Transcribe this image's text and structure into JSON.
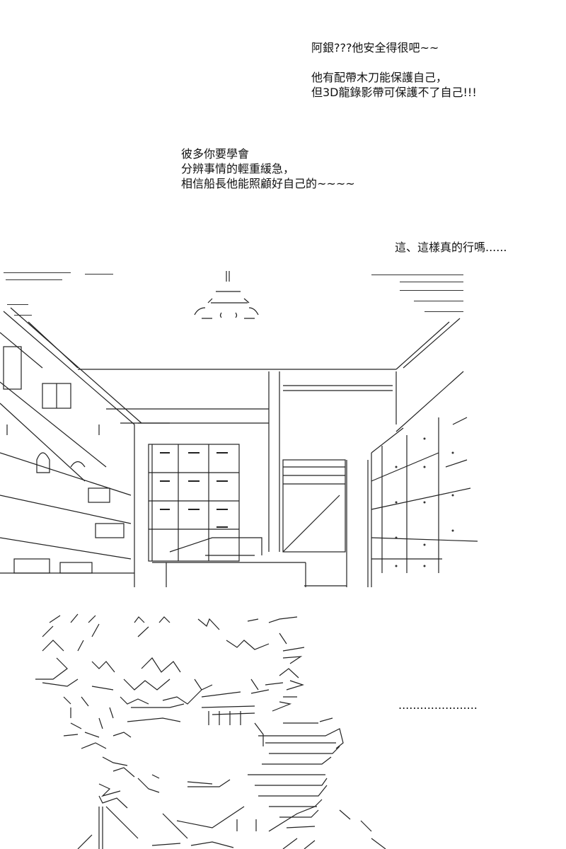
{
  "dialogue": {
    "block1": {
      "line1": "阿銀???他安全得很吧~~",
      "line2": "他有配帶木刀能保護自己，",
      "line3": "但3D龍錄影帶可保護不了自己!!!"
    },
    "block2": {
      "line1": "彼多你要學會",
      "line2": "分辨事情的輕重緩急，",
      "line3": "相信船長他能照顧好自己的~~~~"
    },
    "block3": {
      "line1": "這、這樣真的行嗎......"
    },
    "block4": {
      "line1": "......................"
    }
  },
  "art": {
    "scene_top": "room-interior-ascii-art",
    "scene_bottom": "spiky-haired-character-ascii-art"
  }
}
